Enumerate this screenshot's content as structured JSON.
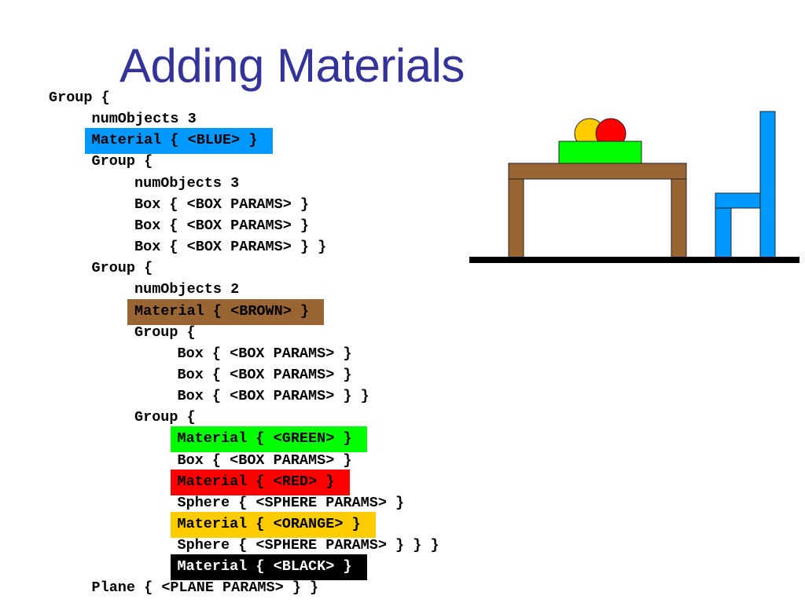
{
  "slide": {
    "title": "Adding Materials",
    "title_color": "#333399"
  },
  "code_lines": [
    {
      "text": "Group {",
      "indent": 0
    },
    {
      "text": "numObjects 3",
      "indent": 1
    },
    {
      "text": "Material { <BLUE> }",
      "indent": 1,
      "highlight": "#0099ff"
    },
    {
      "text": "Group {",
      "indent": 1
    },
    {
      "text": "numObjects 3",
      "indent": 2
    },
    {
      "text": "Box { <BOX PARAMS> }",
      "indent": 2
    },
    {
      "text": "Box { <BOX PARAMS> }",
      "indent": 2
    },
    {
      "text": "Box { <BOX PARAMS> } }",
      "indent": 2
    },
    {
      "text": "Group {",
      "indent": 1
    },
    {
      "text": "numObjects 2",
      "indent": 2
    },
    {
      "text": "Material { <BROWN> }",
      "indent": 2,
      "highlight": "#996633"
    },
    {
      "text": "Group {",
      "indent": 2
    },
    {
      "text": "Box { <BOX PARAMS> }",
      "indent": 3
    },
    {
      "text": "Box { <BOX PARAMS> }",
      "indent": 3
    },
    {
      "text": "Box { <BOX PARAMS> } }",
      "indent": 3
    },
    {
      "text": "Group {",
      "indent": 2
    },
    {
      "text": "Material { <GREEN> }",
      "indent": 3,
      "highlight": "#00ff00"
    },
    {
      "text": "Box { <BOX PARAMS> }",
      "indent": 3
    },
    {
      "text": "Material { <RED> }",
      "indent": 3,
      "highlight": "#ff0000"
    },
    {
      "text": "Sphere { <SPHERE PARAMS> }",
      "indent": 3
    },
    {
      "text": "Material { <ORANGE> }",
      "indent": 3,
      "highlight": "#ffcc00"
    },
    {
      "text": "Sphere { <SPHERE PARAMS> } } }",
      "indent": 3
    },
    {
      "text": "Material { <BLACK> }",
      "indent": 3,
      "highlight": "#000000",
      "text_color": "#ffffff"
    },
    {
      "text": "Plane { <PLANE PARAMS> } }",
      "indent": 1
    }
  ],
  "scene_colors": {
    "table": "#996633",
    "chair": "#0099ff",
    "box": "#00ff00",
    "sphere_red": "#ff0000",
    "sphere_orange": "#ffcc00",
    "floor": "#000000"
  }
}
